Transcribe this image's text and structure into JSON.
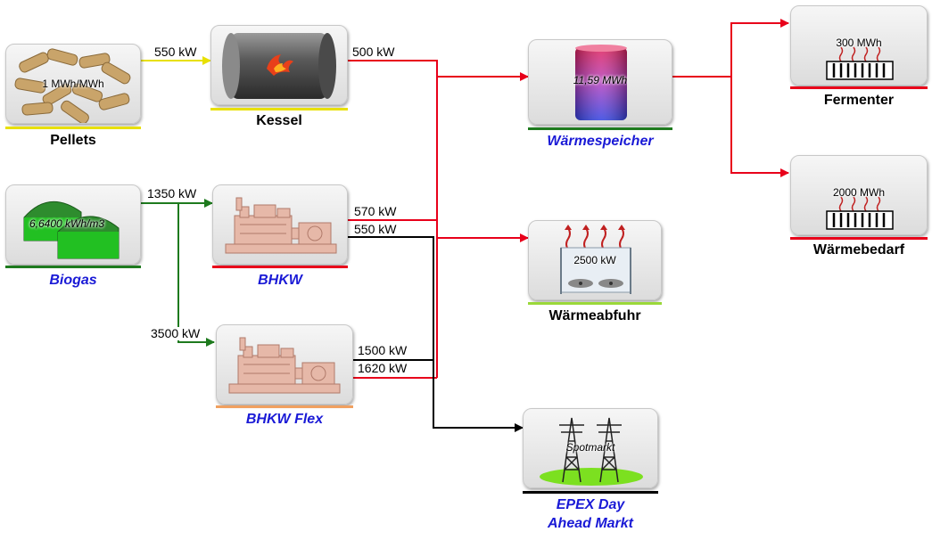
{
  "colors": {
    "heat": "#e8001a",
    "gas": "#1e7a1e",
    "pellet": "#e8e000",
    "power": "#000000",
    "title_blue": "#1a1ad6",
    "flex_orange": "#f0a060",
    "lime": "#9ad83a"
  },
  "nodes": {
    "pellets": {
      "title": "Pellets",
      "value": "1 MWh/MWh",
      "icon": "wood-pellets-icon"
    },
    "kessel": {
      "title": "Kessel",
      "icon": "boiler-flame-icon"
    },
    "biogas": {
      "title": "Biogas",
      "value": "6,6400 kWh/m3",
      "icon": "biogas-digester-icon"
    },
    "bhkw": {
      "title": "BHKW",
      "icon": "chp-engine-icon"
    },
    "bhkw_flex": {
      "title": "BHKW Flex",
      "icon": "chp-engine-icon"
    },
    "speicher": {
      "title": "Wärmespeicher",
      "value": "11,59 MWh",
      "icon": "heat-storage-tank-icon"
    },
    "abfuhr": {
      "title": "Wärmeabfuhr",
      "value": "2500 kW",
      "icon": "cooler-fans-icon"
    },
    "epex": {
      "title_line1": "EPEX Day",
      "title_line2": "Ahead Markt",
      "value": "Spotmarkt",
      "icon": "power-pylon-icon"
    },
    "fermenter": {
      "title": "Fermenter",
      "value": "300 MWh",
      "icon": "radiator-icon"
    },
    "waermebedarf": {
      "title": "Wärmebedarf",
      "value": "2000 MWh",
      "icon": "radiator-icon"
    }
  },
  "flows": {
    "pellets_to_kessel": "550 kW",
    "kessel_out": "500 kW",
    "biogas_to_bhkw": "1350 kW",
    "biogas_to_flex": "3500 kW",
    "bhkw_heat": "570 kW",
    "bhkw_power": "550 kW",
    "flex_power": "1500 kW",
    "flex_heat": "1620 kW"
  }
}
